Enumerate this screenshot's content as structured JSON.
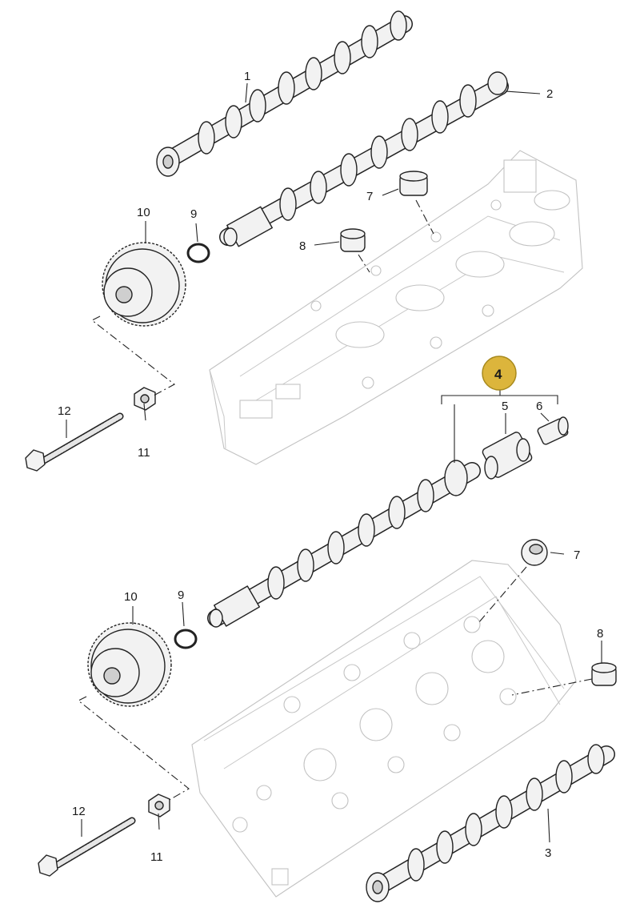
{
  "colors": {
    "badge_fill": "#dcb53c",
    "badge_stroke": "#a88a1e",
    "line": "#222222",
    "ghost": "#c2c2c2"
  },
  "callouts": {
    "c1": "1",
    "c2": "2",
    "c3": "3",
    "c4": "4",
    "c5": "5",
    "c6": "6",
    "c7a": "7",
    "c7b": "7",
    "c8a": "8",
    "c8b": "8",
    "c9a": "9",
    "c9b": "9",
    "c10a": "10",
    "c10b": "10",
    "c11a": "11",
    "c11b": "11",
    "c12a": "12",
    "c12b": "12"
  },
  "icons": [
    "camshaft-icon",
    "cylinder-head-icon",
    "sprocket-adjuster-icon",
    "bolt-icon",
    "o-ring-icon",
    "washer-icon",
    "tappet-icon"
  ]
}
